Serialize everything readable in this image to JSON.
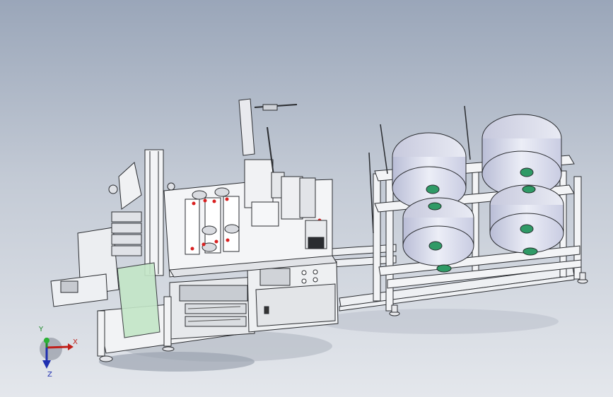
{
  "viewport": {
    "background_top": "#9aa6b9",
    "background_bottom": "#e4e7ec"
  },
  "triad": {
    "x_label": "X",
    "y_label": "Y",
    "z_label": "Z",
    "x_color": "#c0201a",
    "y_color": "#1f8a2a",
    "z_color": "#1f2fb0"
  },
  "colors": {
    "frame": "#f0f1f3",
    "edge": "#2a2c30",
    "panel": "#eceef1",
    "guard": "#c3e6c7",
    "roll": "#d8dbeb",
    "hub": "#2f9a66",
    "accent": "#d92020"
  }
}
